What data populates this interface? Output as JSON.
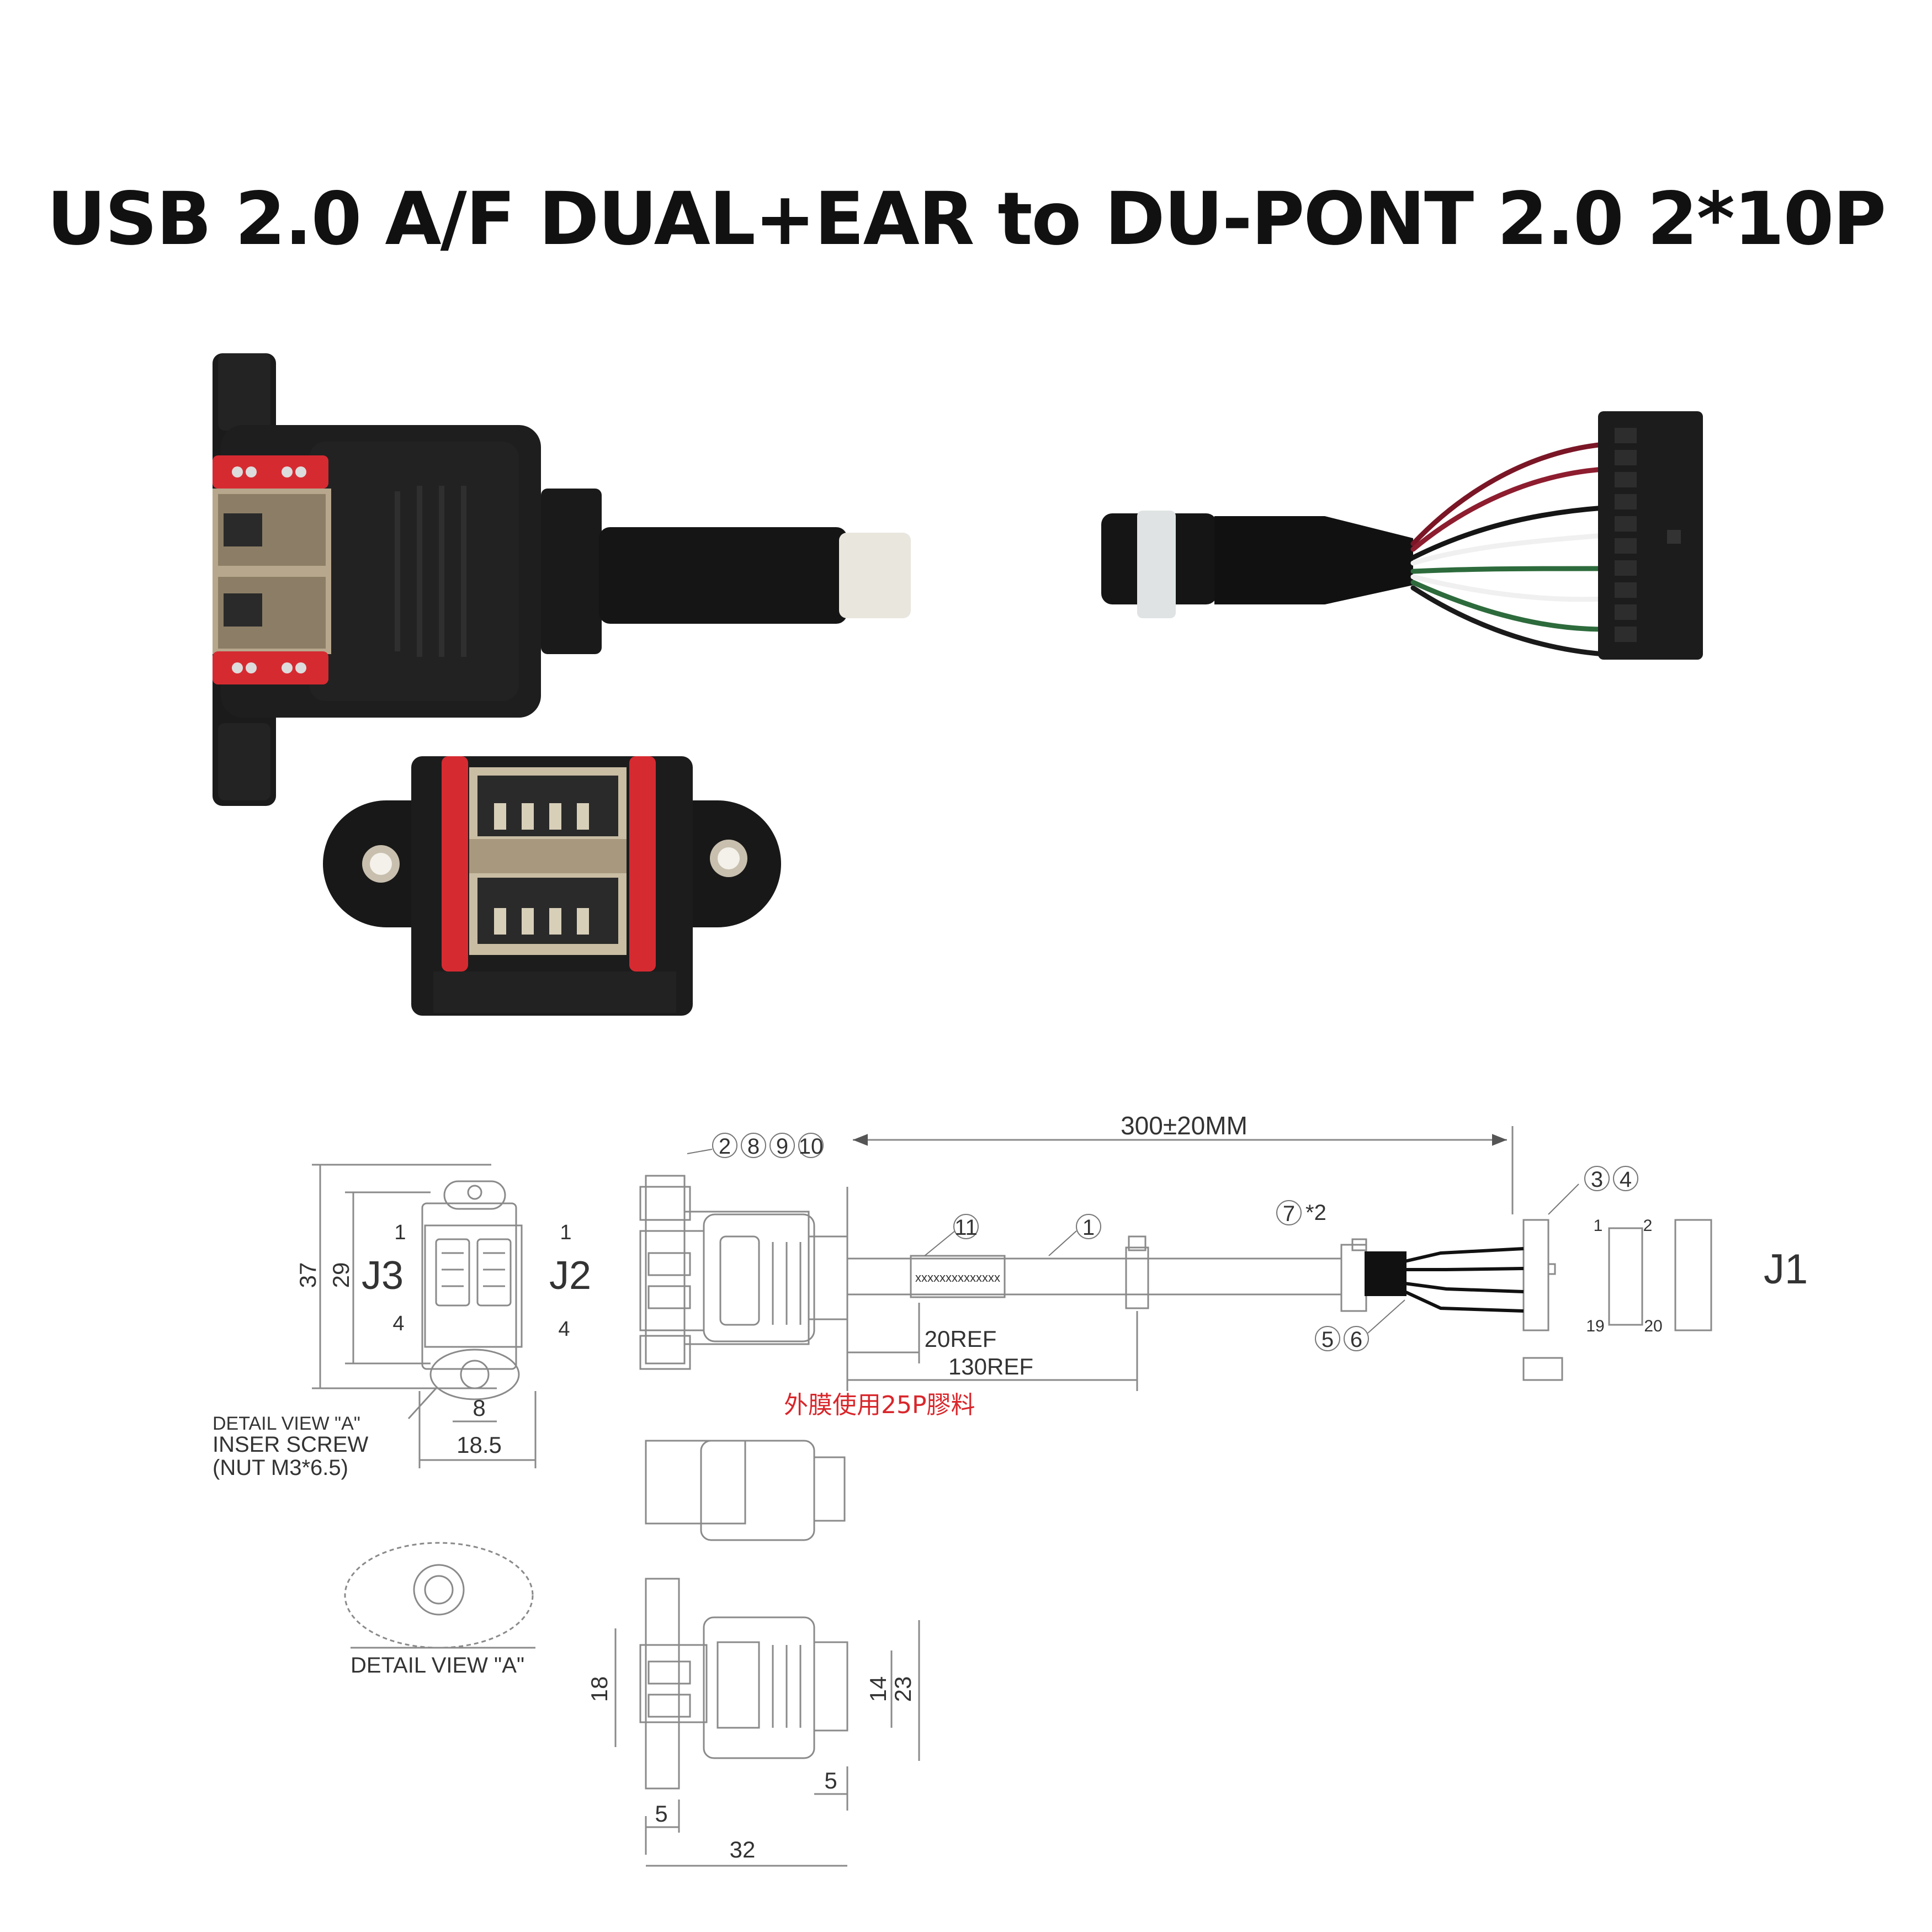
{
  "title": "USB 2.0 A/F DUAL+EAR to DU-PONT 2.0 2*10P",
  "colors": {
    "housing": "#1b1b1b",
    "red_spring": "#d62a31",
    "metal_shell": "#b9a98f",
    "tube": "#e7e5df",
    "wire_red": "#7a1626",
    "wire_green": "#2d6b3c",
    "wire_white": "#f2f2f2",
    "drawing_line": "#8a8a8a",
    "note_red": "#d9262b"
  },
  "drawing": {
    "length_dim": "300±20MM",
    "ref_20": "20REF",
    "ref_130": "130REF",
    "callouts": {
      "c2": "2",
      "c8": "8",
      "c9": "9",
      "c10": "10",
      "c11": "11",
      "c1": "1",
      "c7": "7",
      "c7_qty": "*2",
      "c3": "3",
      "c4": "4",
      "c5": "5",
      "c6": "6"
    },
    "shield_pattern": "xxxxxxxxxxxxxx",
    "j1_label": "J1",
    "j2_label": "J2",
    "j3_label": "J3",
    "pin_1": "1",
    "pin_2": "2",
    "pin_19": "19",
    "pin_20": "20",
    "port_pin_1": "1",
    "port_pin_4": "4",
    "dim_37": "37",
    "dim_29": "29",
    "dim_8": "8",
    "dim_18_5": "18.5",
    "dim_18": "18",
    "dim_14": "14",
    "dim_23": "23",
    "dim_5_a": "5",
    "dim_5_b": "5",
    "dim_32": "32",
    "detail_label": "DETAIL VIEW \"A\"",
    "insert_screw": "INSER SCREW",
    "nut_spec": "(NUT M3*6.5)",
    "detail_caption": "DETAIL VIEW \"A\"",
    "chinese_note": "外膜使用25P膠料"
  }
}
